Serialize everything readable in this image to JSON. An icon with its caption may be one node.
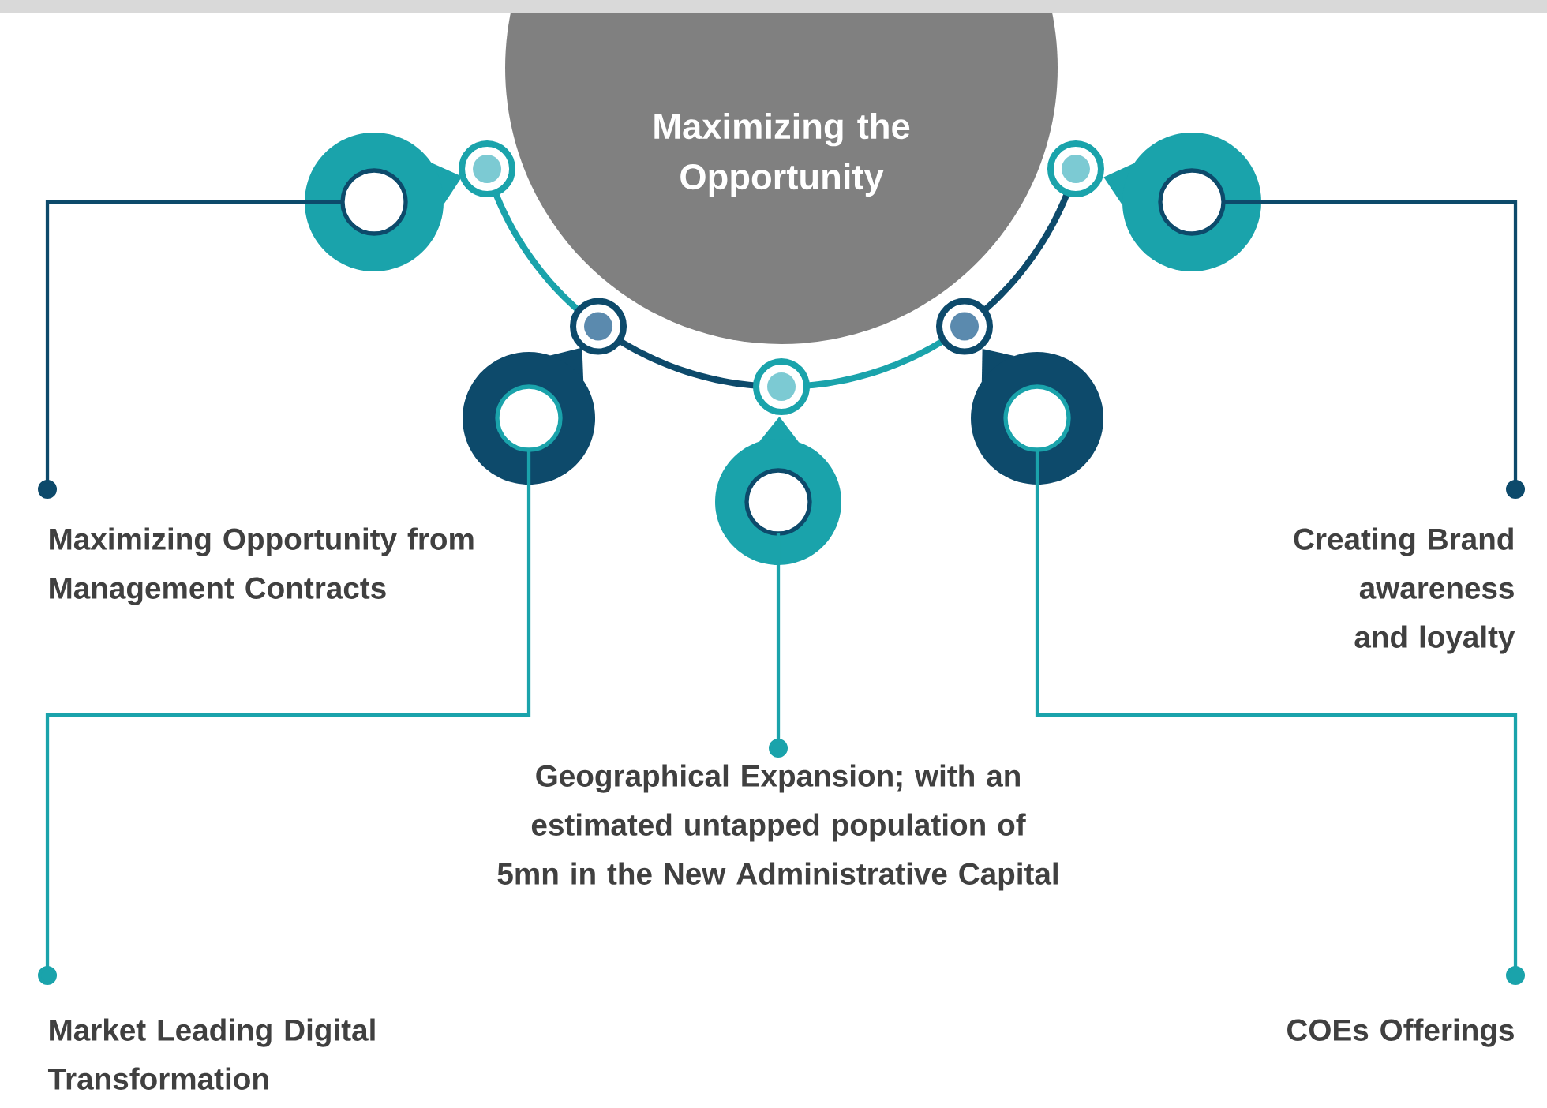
{
  "diagram": {
    "nodes": [
      {
        "text": [
          "Maximizing the Opportunity"
        ]
      },
      {
        "text": [],
        "shape": "circle"
      },
      {
        "text": [],
        "shape": "circle"
      },
      {
        "text": [],
        "shape": "circle"
      },
      {
        "text": [],
        "shape": "circle"
      },
      {
        "text": [],
        "shape": "circle"
      },
      {
        "text": [
          "Maximizing Opportunity from Management Contracts"
        ]
      },
      {
        "text": [
          "Market Leading Digital Transformation"
        ]
      },
      {
        "text": [
          "Geographical Expansion; with an estimated untapped population of 5mn in the New Administrative Capital"
        ]
      },
      {
        "text": [
          "Creating Brand awareness and loyalty"
        ]
      },
      {
        "text": [
          "COEs Offerings"
        ]
      }
    ],
    "edges": [
      {
        "from": 1,
        "to": 6,
        "arrow": "other",
        "color": "#0d4a6b"
      },
      {
        "from": 2,
        "to": 7,
        "arrow": "other"
      },
      {
        "from": 3,
        "to": 8,
        "arrow": "other"
      },
      {
        "from": 4,
        "to": 10,
        "arrow": "other"
      },
      {
        "from": 5,
        "to": 9,
        "arrow": "other",
        "color": "#0d4a6b"
      }
    ]
  }
}
